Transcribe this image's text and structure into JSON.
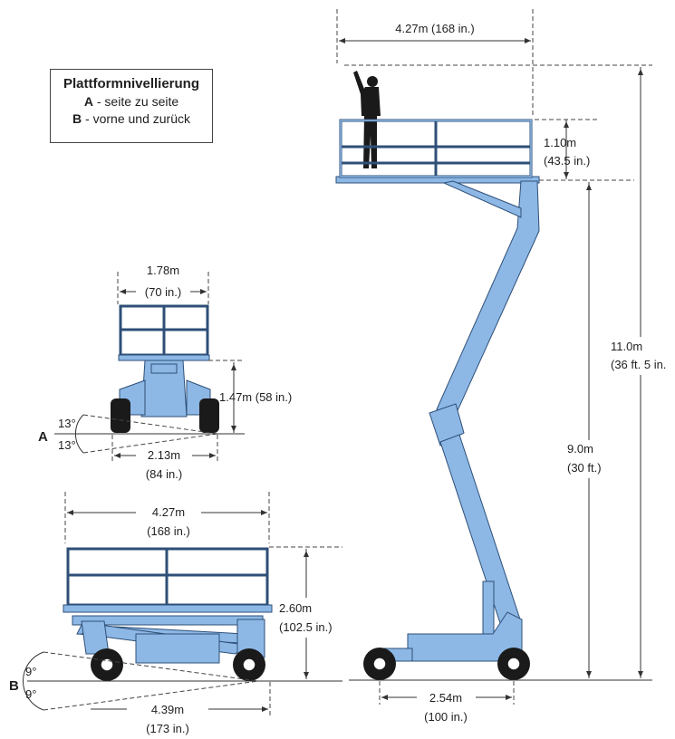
{
  "legend": {
    "title": "Plattformnivellierung",
    "rows": [
      {
        "key": "A",
        "text": "- seite zu seite"
      },
      {
        "key": "B",
        "text": "- vorne und zurück"
      }
    ]
  },
  "dims": {
    "tall_width_m": "4.27m (168 in.)",
    "rail_height_m": "1.10m",
    "rail_height_in": "(43.5 in.)",
    "working_height_m": "11.0m",
    "working_height_in": "(36 ft. 5 in.",
    "platform_height_m": "9.0m",
    "platform_height_in": "(30 ft.)",
    "wheelbase_m": "2.54m",
    "wheelbase_in": "(100 in.)",
    "front_width_m": "1.78m",
    "front_width_in": "(70 in.)",
    "front_height": "1.47m (58 in.)",
    "front_track_m": "2.13m",
    "front_track_in": "(84 in.)",
    "side_angle_a": "13°",
    "side_angle_b": "13°",
    "side_width_m": "4.27m",
    "side_width_in": "(168 in.)",
    "stowed_height_m": "2.60m",
    "stowed_height_in": "(102.5 in.)",
    "fore_aft_a": "9°",
    "fore_aft_b": "9°",
    "length_m": "4.39m",
    "length_in": "(173 in.)"
  },
  "markers": {
    "a": "A",
    "b": "B"
  },
  "colors": {
    "machine": "#8db8e6",
    "outline": "#2e4f77",
    "tire": "#1a1a1a"
  }
}
